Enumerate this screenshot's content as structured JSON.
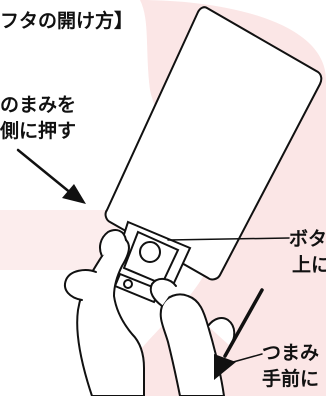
{
  "title": "フタの開け方】",
  "step_left": {
    "line1": "のまみを",
    "line2": "側に押す"
  },
  "step_right_top": {
    "line1": "ボタ",
    "line2": "上に"
  },
  "step_right_bottom": {
    "line1": "つまみ",
    "line2": "手前に"
  },
  "colors": {
    "background_tint": "#fbe6e6",
    "ink": "#111111"
  },
  "icons": [
    "remote-control-illustration",
    "hand-illustration",
    "battery-cover-illustration",
    "arrow-icon"
  ]
}
